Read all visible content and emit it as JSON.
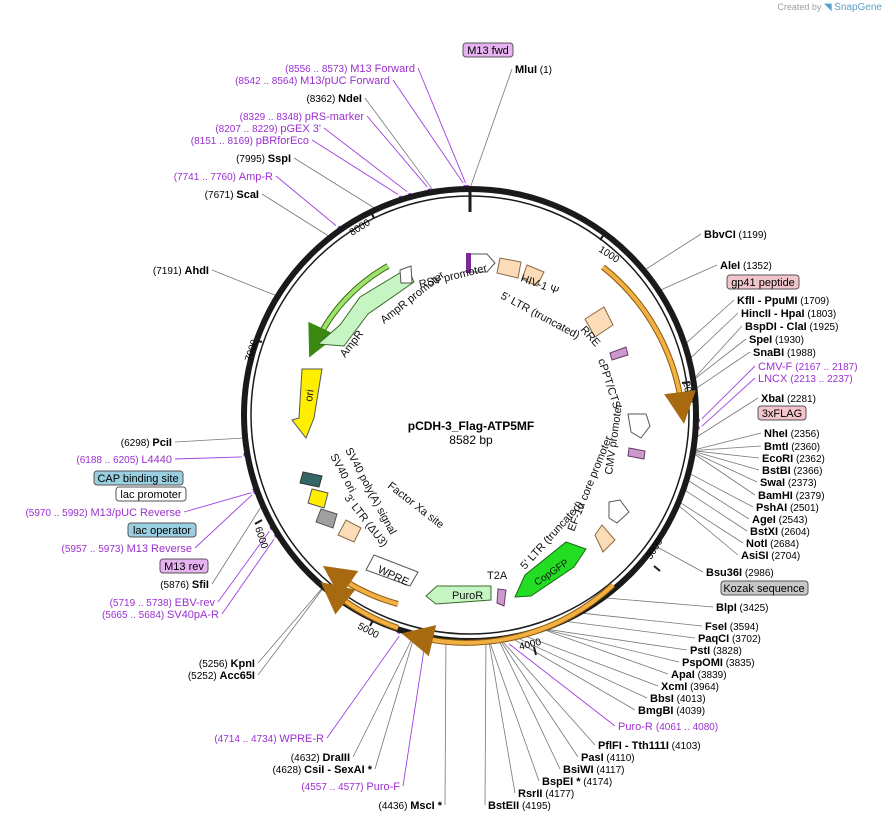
{
  "credit": {
    "prefix": "Created by",
    "brand": "SnapGene"
  },
  "plasmid": {
    "name": "pCDH-3_Flag-ATP5MF",
    "length": "8582 bp"
  },
  "tick_labels": [
    "1000",
    "2000",
    "3000",
    "4000",
    "5000",
    "6000",
    "7000",
    "8000"
  ],
  "enzymes": [
    {
      "name": "MluI",
      "pos": "(1)"
    },
    {
      "name": "BbvCI",
      "pos": "(1199)"
    },
    {
      "name": "AleI",
      "pos": "(1352)"
    },
    {
      "name": "KflI",
      "sep": "- PpuMI",
      "pos": "(1709)"
    },
    {
      "name": "HincII",
      "sep": "- HpaI",
      "pos": "(1803)"
    },
    {
      "name": "BspDI",
      "sep": "- ClaI",
      "pos": "(1925)"
    },
    {
      "name": "SpeI",
      "pos": "(1930)"
    },
    {
      "name": "SnaBI",
      "pos": "(1988)"
    },
    {
      "name": "XbaI",
      "pos": "(2281)"
    },
    {
      "name": "NheI",
      "pos": "(2356)"
    },
    {
      "name": "BmtI",
      "pos": "(2360)"
    },
    {
      "name": "EcoRI",
      "pos": "(2362)"
    },
    {
      "name": "BstBI",
      "pos": "(2366)"
    },
    {
      "name": "SwaI",
      "pos": "(2373)"
    },
    {
      "name": "BamHI",
      "pos": "(2379)"
    },
    {
      "name": "PshAI",
      "pos": "(2501)"
    },
    {
      "name": "AgeI",
      "pos": "(2543)"
    },
    {
      "name": "BstXI",
      "pos": "(2604)"
    },
    {
      "name": "NotI",
      "pos": "(2684)"
    },
    {
      "name": "AsiSI",
      "pos": "(2704)"
    },
    {
      "name": "Bsu36I",
      "pos": "(2986)"
    },
    {
      "name": "BlpI",
      "pos": "(3425)"
    },
    {
      "name": "FseI",
      "pos": "(3594)"
    },
    {
      "name": "PaqCI",
      "pos": "(3702)"
    },
    {
      "name": "PstI",
      "pos": "(3828)"
    },
    {
      "name": "PspOMI",
      "pos": "(3835)"
    },
    {
      "name": "ApaI",
      "pos": "(3839)"
    },
    {
      "name": "XcmI",
      "pos": "(3964)"
    },
    {
      "name": "BbsI",
      "pos": "(4013)"
    },
    {
      "name": "BmgBI",
      "pos": "(4039)"
    },
    {
      "name": "PflFI",
      "sep": "- Tth111I",
      "pos": "(4103)"
    },
    {
      "name": "PasI",
      "pos": "(4110)"
    },
    {
      "name": "BsiWI",
      "pos": "(4117)"
    },
    {
      "name": "BspEI *",
      "pos": "(4174)"
    },
    {
      "name": "RsrII",
      "pos": "(4177)"
    },
    {
      "name": "BstEII",
      "pos": "(4195)"
    },
    {
      "name": "MscI *",
      "pos": "(4436)"
    },
    {
      "name": "CsiI",
      "sep": "- SexAI *",
      "pos": "(4628)"
    },
    {
      "name": "DraIII",
      "pos": "(4632)"
    },
    {
      "name": "Acc65I",
      "pos": "(5252)"
    },
    {
      "name": "KpnI",
      "pos": "(5256)"
    },
    {
      "name": "SfiI",
      "pos": "(5876)"
    },
    {
      "name": "PciI",
      "pos": "(6298)"
    },
    {
      "name": "AhdI",
      "pos": "(7191)"
    },
    {
      "name": "ScaI",
      "pos": "(7671)"
    },
    {
      "name": "SspI",
      "pos": "(7995)"
    },
    {
      "name": "NdeI",
      "pos": "(8362)"
    }
  ],
  "primers": [
    {
      "name": "M13 Forward",
      "range": "(8556 .. 8573)"
    },
    {
      "name": "M13/pUC Forward",
      "range": "(8542 .. 8564)"
    },
    {
      "name": "pRS-marker",
      "range": "(8329 .. 8348)"
    },
    {
      "name": "pGEX 3'",
      "range": "(8207 .. 8229)"
    },
    {
      "name": "pBRforEco",
      "range": "(8151 .. 8169)"
    },
    {
      "name": "Amp-R",
      "range": "(7741 .. 7760)"
    },
    {
      "name": "CMV-F",
      "range": "(2167 .. 2187)"
    },
    {
      "name": "LNCX",
      "range": "(2213 .. 2237)"
    },
    {
      "name": "Puro-R",
      "range": "(4061 .. 4080)"
    },
    {
      "name": "WPRE-R",
      "range": "(4714 .. 4734)"
    },
    {
      "name": "Puro-F",
      "range": "(4557 .. 4577)"
    },
    {
      "name": "EBV-rev",
      "range": "(5719 .. 5738)"
    },
    {
      "name": "SV40pA-R",
      "range": "(5665 .. 5684)"
    },
    {
      "name": "L4440",
      "range": "(6188 .. 6205)"
    },
    {
      "name": "M13/pUC Reverse",
      "range": "(5970 .. 5992)"
    },
    {
      "name": "M13 Reverse",
      "range": "(5957 .. 5973)"
    }
  ],
  "boxed_labels": {
    "m13fwd": "M13 fwd",
    "gp41": "gp41 peptide",
    "flag": "3xFLAG",
    "kozak": "Kozak sequence",
    "m13rev": "M13 rev",
    "cap": "CAP binding site",
    "lacpro": "lac promoter",
    "lacop": "lac operator"
  },
  "features": {
    "rsv": "RSV promoter",
    "ltr5": "5' LTR (truncated)",
    "hiv": "HIV-1 Ψ",
    "rre": "RRE",
    "cppt": "cPPT/CTS",
    "cmv": "CMV promoter",
    "ef1a": "EF-1α core promoter",
    "ltr5b": "5' LTR (truncated)",
    "copgfp": "CopGFP",
    "t2a": "T2A",
    "puror": "PuroR",
    "wpre": "WPRE",
    "ltr3": "3' LTR (ΔU3)",
    "fxa": "Factor Xa site",
    "sv40pa": "SV40 poly(A) signal",
    "sv40ori": "SV40 ori",
    "ori": "ori",
    "ampr": "AmpR",
    "amprpro": "AmpR promoter"
  },
  "colors": {
    "backbone": "#1a1a1a",
    "enzyme_text": "#000000",
    "primer_text": "#9b30d0",
    "primer_line": "#a040e0",
    "orf_fill": "#f3a83a",
    "ampr_fill": "#c6f5c3",
    "ori_fill": "#ffee00",
    "copgfp_fill": "#22dd22",
    "ltr_fill": "#fcdcb8",
    "cppt_fill": "#cc99cc",
    "boxed_purple": "#e6b3f0",
    "boxed_blue": "#99cfe0",
    "boxed_pink": "#f2c5cc",
    "boxed_gray": "#c8c8c8"
  }
}
